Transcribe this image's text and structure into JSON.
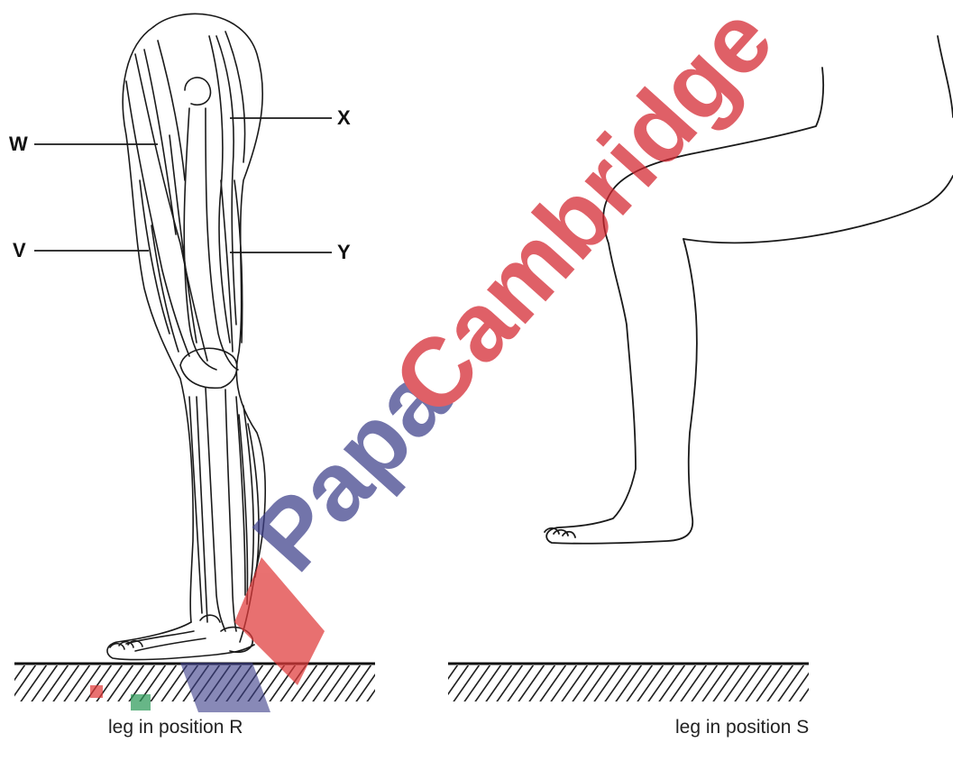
{
  "labels": {
    "w": "W",
    "x": "X",
    "v": "V",
    "y": "Y"
  },
  "captions": {
    "position_r": "leg in position R",
    "position_s": "leg in position S"
  },
  "watermark": {
    "text": "PapaCambridge",
    "colors": {
      "papa": "#3d3f8a",
      "cambridge": "#d4242e",
      "logo_red": "#e03a3a",
      "logo_blue": "#3d3f8a",
      "logo_green": "#2e9a5a"
    }
  },
  "colors": {
    "line": "#1a1a1a",
    "hatch": "#222222"
  }
}
